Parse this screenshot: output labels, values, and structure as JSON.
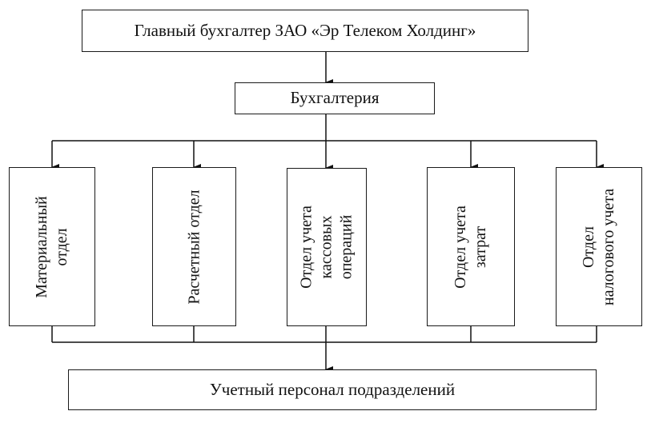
{
  "diagram": {
    "top_box": "Главный бухгалтер ЗАО «Эр Телеком Холдинг»",
    "accounting_box": "Бухгалтерия",
    "departments": [
      "Материальный\nотдел",
      "Расчетный отдел",
      "Отдел учета\nкассовых\nопераций",
      "Отдел учета\nзатрат",
      "Отдел\nналогового учета"
    ],
    "bottom_box": "Учетный персонал подразделений"
  }
}
